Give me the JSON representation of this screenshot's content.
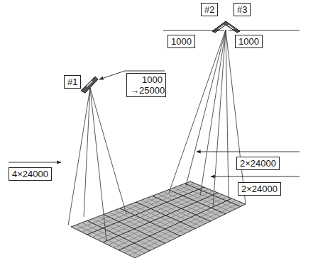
{
  "diagram": {
    "nodes": [
      {
        "text": [
          "#1"
        ]
      },
      {
        "text": [
          "#2"
        ]
      },
      {
        "text": [
          "#3"
        ]
      },
      {
        "text": [
          "1000"
        ]
      },
      {
        "text": [
          "1000"
        ]
      },
      {
        "text": [
          "1000 →25000"
        ]
      },
      {
        "text": [
          "4×24000"
        ]
      },
      {
        "text": [
          "2×24000"
        ]
      },
      {
        "text": [
          "2×24000"
        ]
      }
    ]
  }
}
